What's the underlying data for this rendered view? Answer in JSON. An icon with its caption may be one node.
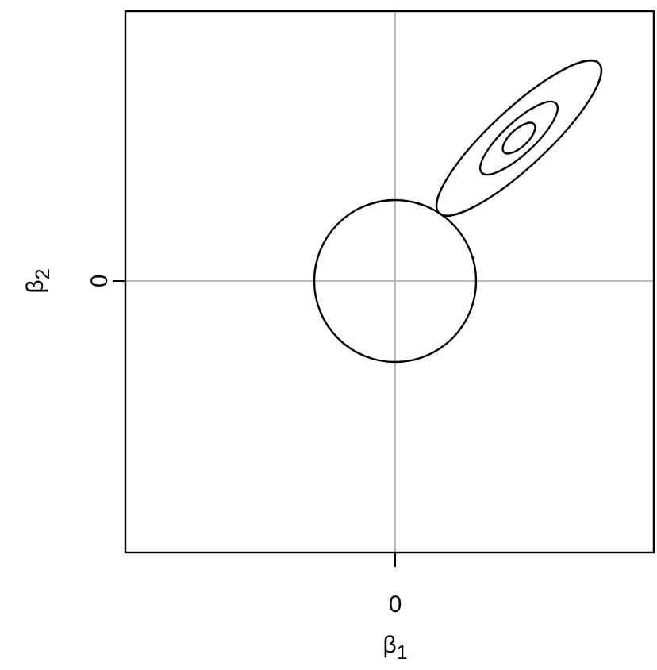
{
  "diagram": {
    "labels": [
      "0",
      "β$_{2}$",
      "0",
      "β$_{1}$"
    ]
  }
}
